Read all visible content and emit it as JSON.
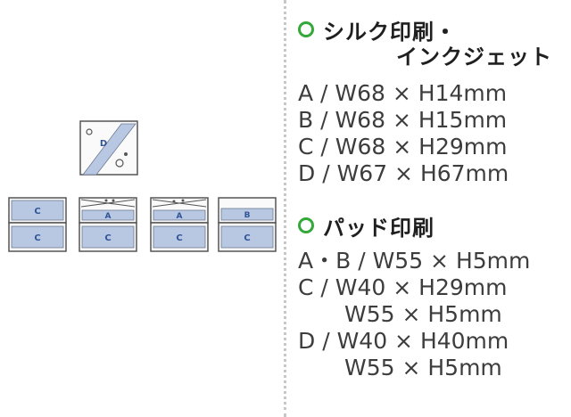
{
  "silk": {
    "title_line1": "シルク印刷・",
    "title_line2": "インクジェット",
    "rows": [
      "A / W68 × H14mm",
      "B / W68 × H15mm",
      "C / W68 × H29mm",
      "D / W67 × H67mm"
    ]
  },
  "pad": {
    "title": "パッド印刷",
    "rows": [
      "A・B / W55 × H5mm",
      "C / W40 × H29mm",
      "W55 × H5mm",
      "D / W40 × H40mm",
      "W55 × H5mm"
    ]
  },
  "diagram": {
    "labels": {
      "a": "A",
      "b": "B",
      "c": "C",
      "d": "D"
    },
    "colors": {
      "print_area": "#b9c8e2",
      "label": "#2f5597",
      "box_stroke": "#555555",
      "accent": "#35a83a"
    }
  }
}
